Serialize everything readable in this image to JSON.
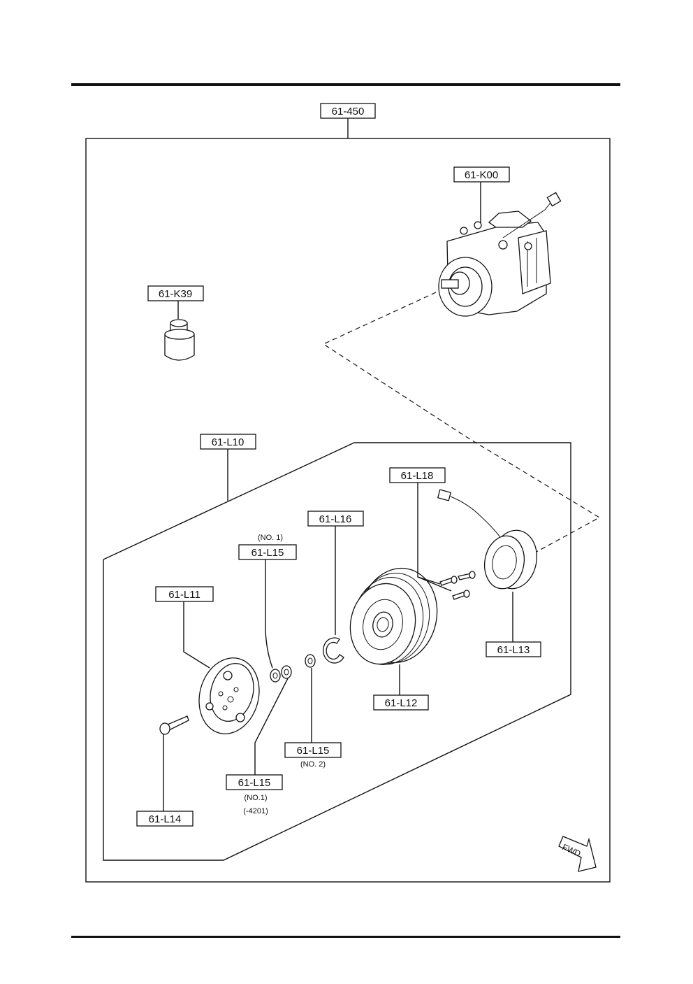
{
  "labels": {
    "assembly": "61-450",
    "compressor": "61-K00",
    "bushing": "61-K39",
    "clutch_set": "61-L10",
    "hub": "61-L11",
    "pulley": "61-L12",
    "coil": "61-L13",
    "bolt": "61-L14",
    "shim_no1_top": "61-L15",
    "shim_no1_bottom": "61-L15",
    "shim_no2": "61-L15",
    "snap_ring": "61-L16",
    "screw_set": "61-L18"
  },
  "notes": {
    "no1_top": "(NO. 1)",
    "no1_bottom": "(NO.1)",
    "no1_bottom_range": "(-4201)",
    "no2": "(NO. 2)"
  },
  "fwd": "FWD"
}
